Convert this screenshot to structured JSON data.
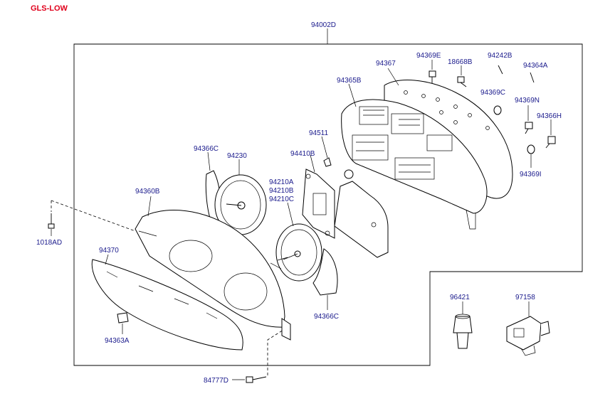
{
  "title": "GLS-LOW",
  "colors": {
    "title": "#e0001b",
    "label": "#1a1a8c",
    "line": "#000000"
  },
  "labels": {
    "assembly": "94002D",
    "case_back": "94367",
    "pcb": "94365B",
    "bulb_a": "94369E",
    "bulb_b": "18668B",
    "pin_a": "94242B",
    "pin_b": "94364A",
    "cap_c": "94369C",
    "bulb_n": "94369N",
    "socket_h": "94366H",
    "cap_i": "94369I",
    "pad_small": "94511",
    "plate": "94410B",
    "dial_plate_c": "94366C",
    "gauge_main": "94230",
    "gauge_b1": "94210A",
    "gauge_b2": "94210B",
    "gauge_b3": "94210C",
    "cover": "94360B",
    "screw": "1018AD",
    "lens": "94370",
    "clip": "94363A",
    "dial_plate_c2": "94366C",
    "bolt": "84777D",
    "sensor": "96421",
    "connector": "97158"
  }
}
